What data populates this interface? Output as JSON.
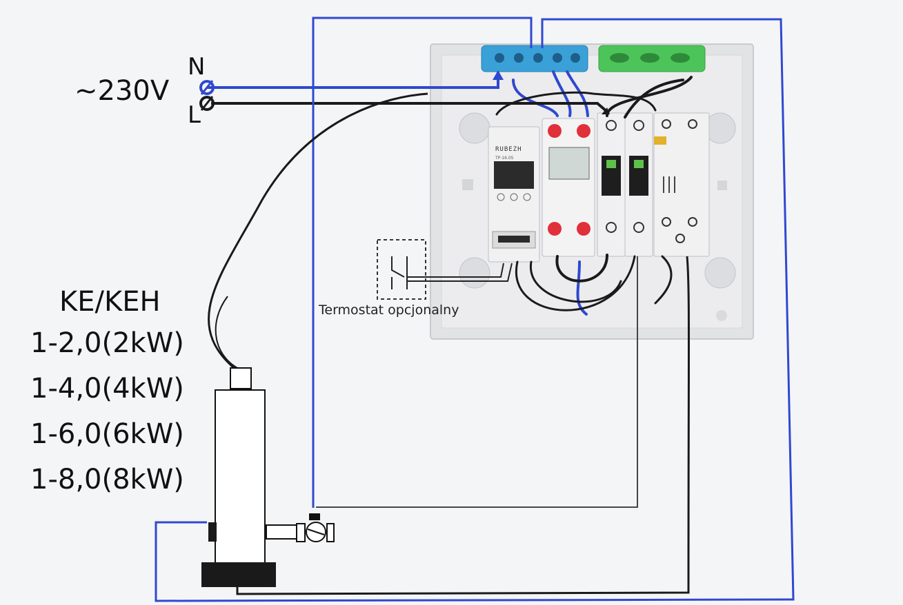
{
  "diagram": {
    "supply": {
      "voltage_label": "~230V",
      "neutral_label": "N",
      "live_label": "L"
    },
    "heater": {
      "model_label": "KE/KEH",
      "variants": [
        "1-2,0(2kW)",
        "1-4,0(4kW)",
        "1-6,0(6kW)",
        "1-8,0(8kW)"
      ]
    },
    "thermostat": {
      "label": "Termostat opcjonalny"
    },
    "modules": {
      "relay_brand": "RUBEZH",
      "relay_model": "TP-16.05"
    },
    "colors": {
      "neutral_wire": "#2f48d0",
      "live_wire": "#1a1a1a",
      "neutral_bar": "#3aa0d8",
      "ground_bar": "#4cc45a",
      "panel": "#e3e4e6",
      "module_red": "#e0303a"
    }
  }
}
